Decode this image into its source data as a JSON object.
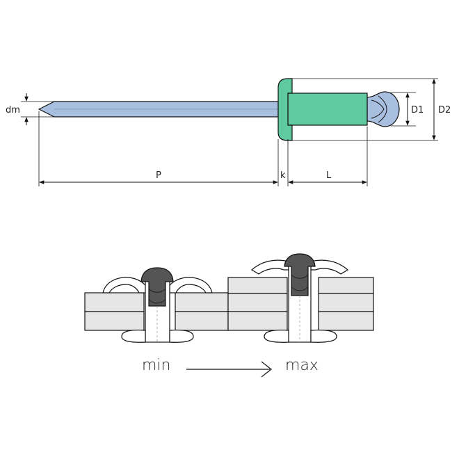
{
  "labels": {
    "dm": "dm",
    "d1": "D1",
    "d2": "D2",
    "p": "P",
    "k": "k",
    "l": "L"
  },
  "range": {
    "min": "min",
    "max": "max"
  },
  "colors": {
    "mandrel": "#a9bfe0",
    "body": "#5fc9a0",
    "plate": "#e6e6e6",
    "head_dark": "#555555",
    "outline": "#111111"
  }
}
